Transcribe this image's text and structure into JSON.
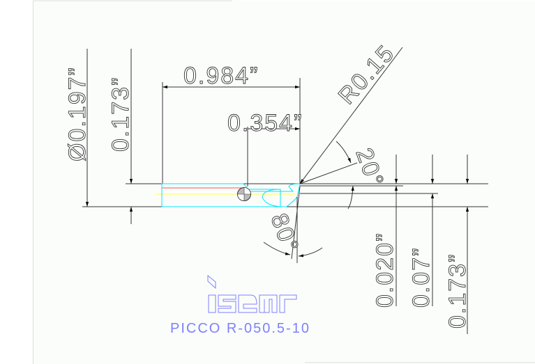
{
  "drawing": {
    "dimensions": {
      "diameter": "Ø0.197”",
      "height_left": "0.173”",
      "length": "0.984”",
      "min_bore": "0.354”",
      "radius": "R0.15",
      "angle_top": "20°",
      "angle_bottom": "80°",
      "offset_small": "0.020”",
      "offset_mid": "0.07”",
      "height_right": "0.173”"
    },
    "logo_text": "iscar",
    "part_number": "PICCO R-050.5-10",
    "colors": {
      "tool_outline": "#00e5ff",
      "center_line": "#ffff66",
      "edge_line": "#ff4d4d",
      "label_blue": "#7f7fff",
      "dimension_lines": "#333333"
    }
  }
}
